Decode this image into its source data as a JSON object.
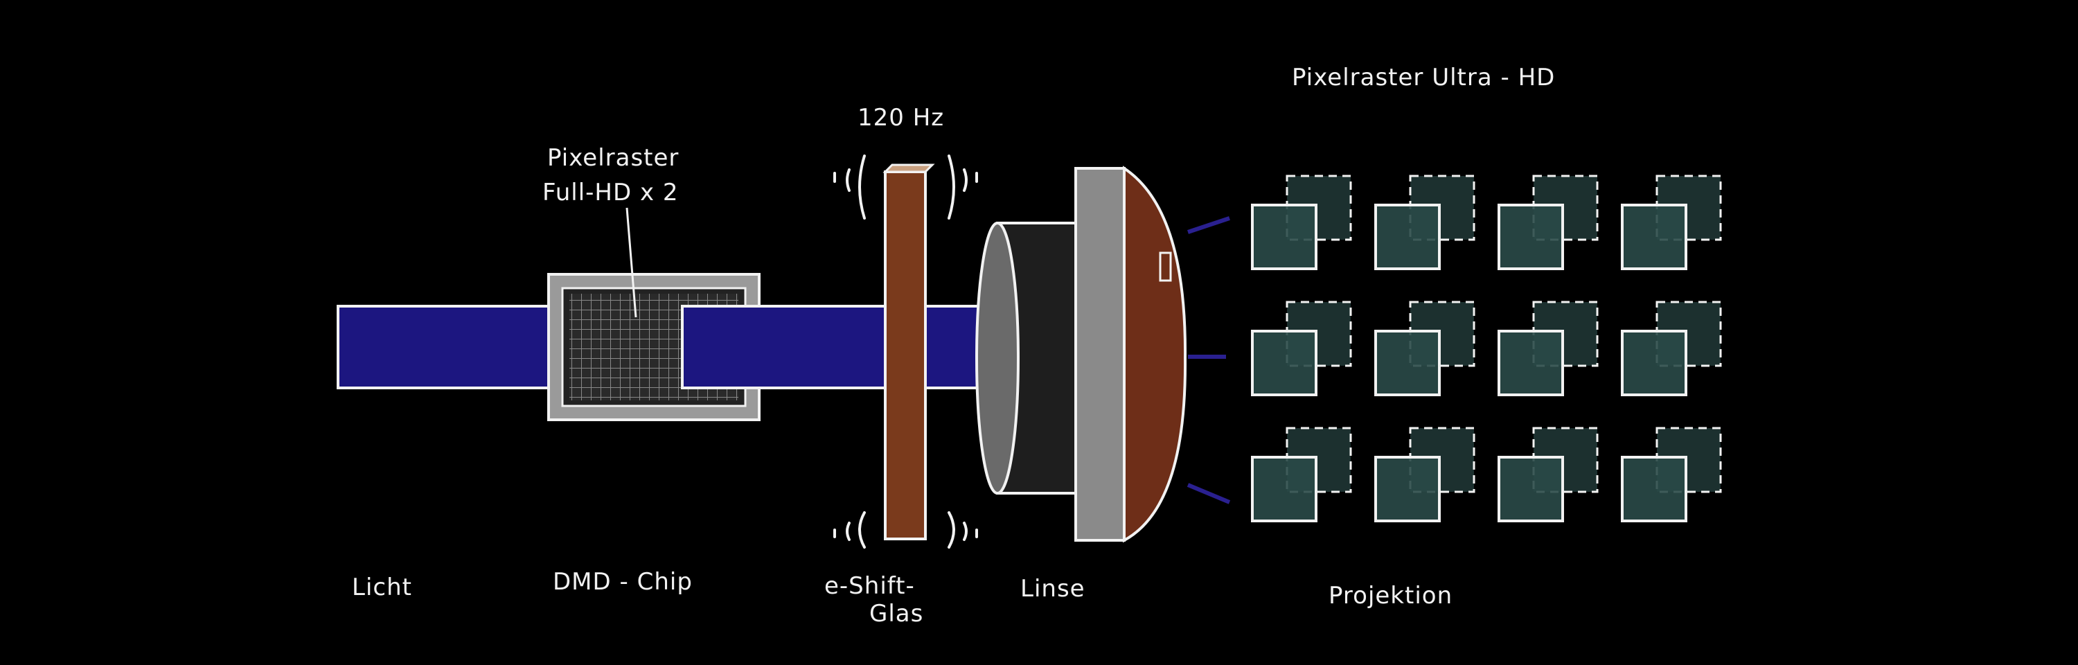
{
  "labels": {
    "light": "Licht",
    "dmd_chip": "DMD - Chip",
    "eshift_line1": "e-Shift-",
    "eshift_line2": "Glas",
    "lens": "Linse",
    "projection": "Projektion",
    "frequency": "120 Hz",
    "dmd_raster_line1": "Pixelraster",
    "dmd_raster_line2": "Full-HD x 2",
    "projection_raster": "Pixelraster Ultra - HD"
  },
  "projection_grid": {
    "rows": 3,
    "cols": 4
  },
  "colors": {
    "background": "#000000",
    "beam": "#1c1680",
    "glass": "#7a3a1c",
    "lens_plate": "#8a8a8a",
    "pixel": "#2a4a48",
    "line": "#f2f2f2"
  }
}
